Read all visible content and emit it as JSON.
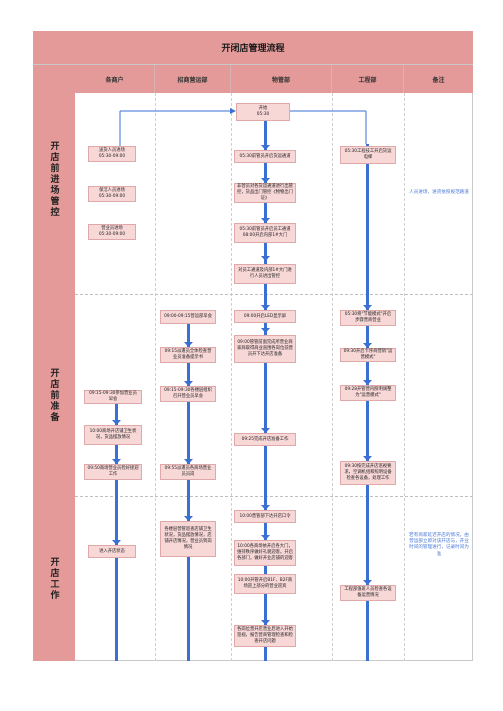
{
  "title": "开闭店管理流程",
  "headers": [
    "各商户",
    "招商营运部",
    "物管部",
    "工程部",
    "备注"
  ],
  "phases": [
    "开店前进场管控",
    "开店前准备",
    "开店工作"
  ],
  "boxes": {
    "start": "开始\n05:30",
    "wm_open_access": "05:30前管员开启货运通道",
    "wm_staff_entry": "非营员对各货运通道进行出管控，货品出门管控《物物出门证》",
    "wm_open_gate": "05:30前管员开启员工通道　08:00开启内部1#大门",
    "wm_vehicle": "对员工通道及内部1#大门进行人员进出管控",
    "tenant_staff_in1": "送货人员进场\n05:30-09:00",
    "tenant_staff_in2": "保洁人员进场\n05:30-09:00",
    "tenant_staff_in3": "营业员进场\n05:30-09:00",
    "eng_open": "05:30工程技工开启货运电梯",
    "ops_meeting": "09:00-09:15营运部早会",
    "ops_inspect": "09:15派遣员全体检查营业员准备提示书",
    "ops_team_meeting": "09:15-09:30各楼层组织召开营业员早会",
    "ops_equipment": "09:55派遣员各商场营业员员岗",
    "wm_led": "09:00开启LED显示屏",
    "wm_guard": "09:00管管前面完成所营业商家商取得商业直围各岗位前营员开下达开店准备",
    "wm_done": "09:25完成开店准备工作",
    "eng_mode1": "05:30将\"节能模式\"开启步骤营商营业",
    "eng_mode2": "09:30开启卡序商营销\"运营模式\"",
    "eng_mode3": "09:28开管营内照明调整为\"运营模式\"",
    "eng_check": "09:30按完成开店巡视要求，空调机组和照明设备检查各设备，处理工作",
    "tenant_meeting": "09:15-09:30参加营业员早会",
    "tenant_clean": "10:00商场开店铺卫生状况，货品摆放情况",
    "tenant_ready": "09:50商场营业员检好接迎工作",
    "wm_order": "10:00营管部下达开店口令",
    "wm_open_main": "10:00各商场依开启各大门，维持秩序做好礼貌迎客。开启各部门，做好开业店铺的迎客",
    "wm_escalator": "10:00开管开启B1F、B2F商场迎上部分的营业迎宾",
    "wm_patrol": "各岗位营开店营业后进入开始巡视，报告营商管理检查和检查开店问题",
    "tenant_open": "进入开店状态",
    "ops_patrol": "各楼层营管巡查店铺卫生状况，货品摆放情况，店铺开店情况，营业员到岗情况",
    "eng_staff": "工程部值班人员检查各设备运营情况"
  },
  "notes": {
    "note1": "人员进场，进货依照规范路道",
    "note2": "若有商家延迟开店的情况，由营运部立即对该开店与，开业时间的管理进行，记录时间为准"
  }
}
